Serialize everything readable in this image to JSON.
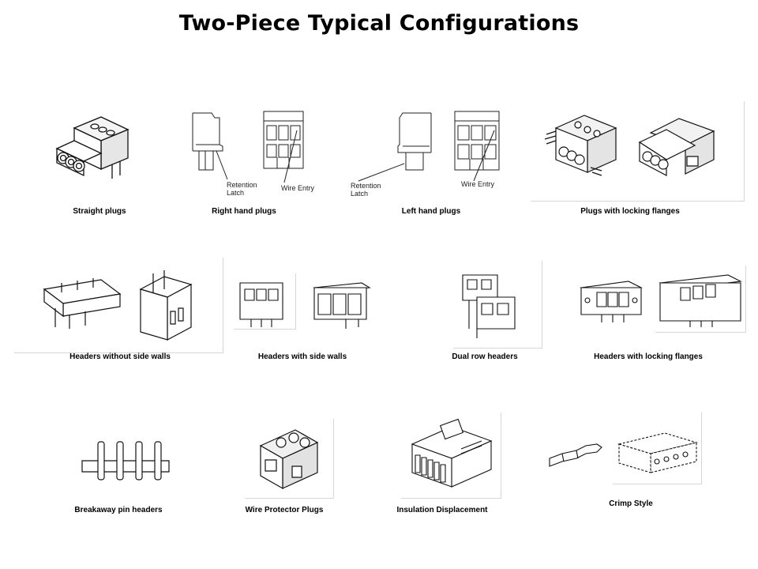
{
  "title": "Two-Piece Typical Configurations",
  "captions": {
    "straight_plugs": "Straight plugs",
    "right_hand_plugs": "Right hand plugs",
    "left_hand_plugs": "Left hand plugs",
    "plugs_locking_flanges": "Plugs with locking flanges",
    "headers_without_side_walls": "Headers without side walls",
    "headers_with_side_walls": "Headers with side walls",
    "dual_row_headers": "Dual row headers",
    "headers_locking_flanges": "Headers with locking flanges",
    "breakaway_pin_headers": "Breakaway pin headers",
    "wire_protector_plugs": "Wire Protector Plugs",
    "insulation_displacement": "Insulation Displacement",
    "crimp_style": "Crimp Style"
  },
  "annotations": {
    "retention_latch": "Retention Latch",
    "wire_entry": "Wire Entry"
  }
}
